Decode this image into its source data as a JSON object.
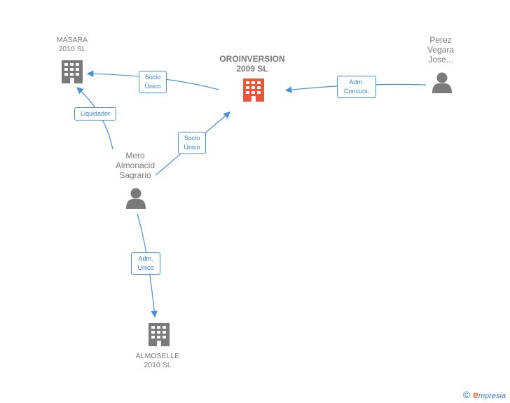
{
  "nodes": {
    "masara": {
      "name_line1": "MASARA",
      "name_line2": "2010 SL",
      "color": "#7a7a7a"
    },
    "oroinversion": {
      "name_line1": "OROINVERSION",
      "name_line2": "2009 SL",
      "color": "#e8573b"
    },
    "perez": {
      "name_line1": "Perez",
      "name_line2": "Vegara",
      "name_line3": "Jose..."
    },
    "mero": {
      "name_line1": "Mero",
      "name_line2": "Almonacid",
      "name_line3": "Sagrario"
    },
    "almoselle": {
      "name_line1": "ALMOSELLE",
      "name_line2": "2010 SL",
      "color": "#7a7a7a"
    }
  },
  "edges": {
    "oro_to_masara": {
      "line1": "Socio",
      "line2": "Único"
    },
    "mero_to_masara": {
      "line1": "Liquidador"
    },
    "mero_to_oro": {
      "line1": "Socio",
      "line2": "Único"
    },
    "perez_to_oro": {
      "line1": "Adm.",
      "line2": "Concurs."
    },
    "mero_to_almoselle": {
      "line1": "Adm.",
      "line2": "Unico"
    }
  },
  "colors": {
    "edge": "#4a8fd9",
    "icon": "#7a7a7a",
    "highlight": "#e8573b"
  },
  "brand": {
    "copyright": "©",
    "e": "e",
    "rest": "mpresia"
  }
}
